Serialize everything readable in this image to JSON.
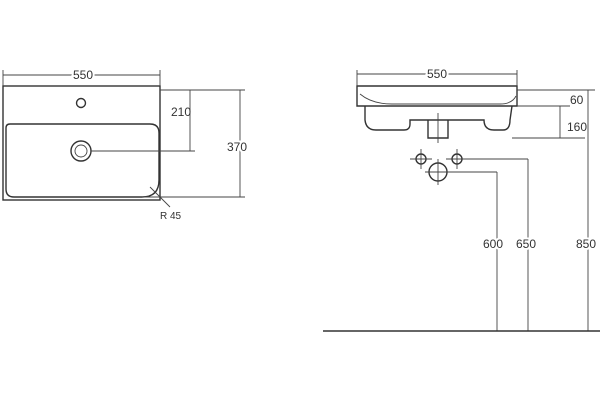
{
  "plan_view": {
    "width": "550",
    "tap_offset": "210",
    "depth": "370",
    "corner_radius": "R 45"
  },
  "side_view": {
    "width": "550",
    "rim_height": "60",
    "basin_height": "160",
    "drain_height": "600",
    "inlet_height": "650",
    "top_height": "850"
  },
  "colors": {
    "line": "#333333",
    "background": "#ffffff"
  }
}
